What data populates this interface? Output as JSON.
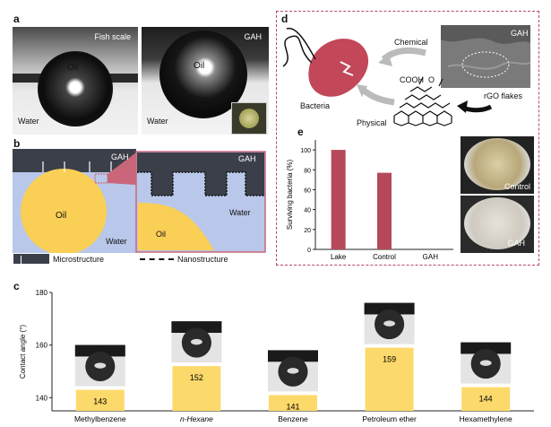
{
  "panel_a": {
    "label": "a",
    "left": {
      "corner": "Fish scale",
      "center": "Oil",
      "bottom": "Water"
    },
    "right": {
      "corner": "GAH",
      "center": "Oil",
      "bottom": "Water"
    }
  },
  "panel_b": {
    "label": "b",
    "gah": "GAH",
    "oil": "Oil",
    "water": "Water",
    "zoom_gah": "GAH",
    "zoom_oil": "Oil",
    "zoom_water": "Water",
    "legend_micro": "Microstructure",
    "legend_nano": "Nanostructure"
  },
  "panel_d": {
    "label": "d",
    "bacteria": "Bacteria",
    "chemical": "Chemical",
    "physical": "Physical",
    "cooh": "COOH",
    "o": "O",
    "gah": "GAH",
    "rgo": "rGO flakes"
  },
  "panel_e": {
    "label": "e",
    "control_label": "Control",
    "gah_label": "GAH"
  },
  "panel_c": {
    "label": "c"
  },
  "colors": {
    "bar": "#b5495b",
    "yellow_bar": "#fcd96b",
    "oil": "#f9cf55",
    "water": "#b9c7ea",
    "dashed_border": "#b5496a"
  },
  "chart_data": [
    {
      "type": "bar",
      "categories": [
        "Lake",
        "Control",
        "GAH"
      ],
      "values": [
        100,
        77,
        0
      ],
      "ylabel": "Surviving bacteria (%)",
      "ylim": [
        0,
        110
      ],
      "yticks": [
        "0",
        "20",
        "40",
        "60",
        "80",
        "100"
      ]
    },
    {
      "type": "bar",
      "categories": [
        "Methylbenzene",
        "n-Hexane",
        "Benzene",
        "Petroleum ether",
        "Hexamethylene"
      ],
      "values": [
        143,
        152,
        141,
        159,
        144
      ],
      "value_labels": [
        "143",
        "152",
        "141",
        "159",
        "144"
      ],
      "ylabel": "Contact angle (°)",
      "ylim": [
        135,
        180
      ],
      "yticks": [
        "140",
        "160",
        "180"
      ]
    }
  ]
}
